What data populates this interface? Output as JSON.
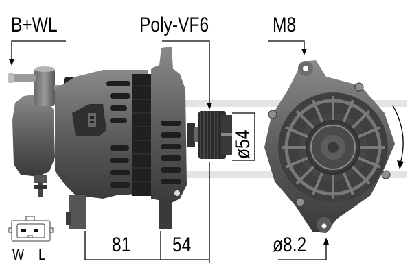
{
  "diagram": {
    "subject": "alternator",
    "labels": {
      "terminal": "B+WL",
      "pulley_type": "Poly-VF6",
      "mounting_thread": "M8",
      "pulley_diameter": "ø54",
      "mounting_hole_diameter": "ø8.2",
      "dim_body_length": "81",
      "dim_pulley_offset": "54",
      "plug_pin_w": "W",
      "plug_pin_l": "L"
    },
    "rotation_arrow": "clockwise",
    "colors": {
      "line": "#000000",
      "watermark": "#e4e4e4",
      "metal_dark": "#3c3c3c",
      "metal_mid": "#6e6e6e",
      "metal_light": "#a5a5a5"
    }
  }
}
